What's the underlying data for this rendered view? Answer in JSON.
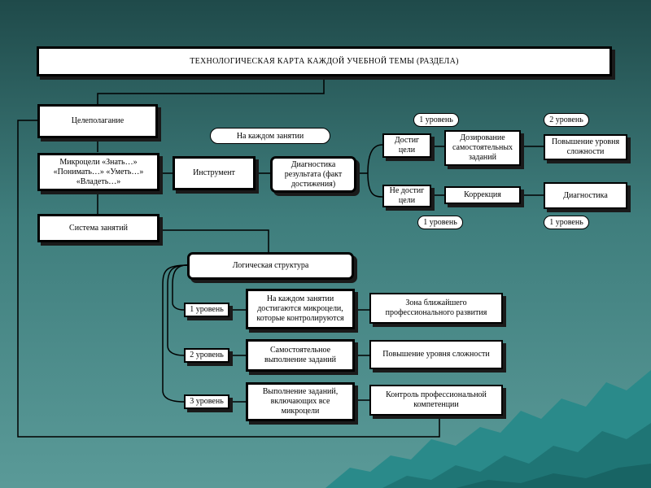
{
  "title": "ТЕХНОЛОГИЧЕСКАЯ КАРТА КАЖДОЙ УЧЕБНОЙ ТЕМЫ (РАЗДЕЛА)",
  "goal_setting": "Целеполагание",
  "micro_goals": "Микроцели «Знать…» «Понимать…» «Уметь…» «Владеть…»",
  "instrument": "Инструмент",
  "each_lesson": "На каждом занятии",
  "diagnostics_result": "Диагностика результата (факт достижения)",
  "goal_reached": "Достиг цели",
  "goal_not_reached": "Не достиг цели",
  "dosing_tasks": "Дозирование самостоятельных заданий",
  "raise_complexity_top": "Повышение уровня сложности",
  "correction": "Коррекция",
  "diagnostics": "Диагностика",
  "level_labels": {
    "top_level1": "1 уровень",
    "top_level2": "2 уровень",
    "bottom_level1_a": "1 уровень",
    "bottom_level1_b": "1 уровень"
  },
  "lesson_system": "Система занятий",
  "logical_structure": "Логическая структура",
  "levels": [
    {
      "label": "1 уровень",
      "middle": "На каждом занятии достигаются микроцели, которые контролируются",
      "right": "Зона ближайшего профессионального развития"
    },
    {
      "label": "2 уровень",
      "middle": "Самостоятельное выполнение заданий",
      "right": "Повышение уровня сложности"
    },
    {
      "label": "3 уровень",
      "middle": "Выполнение заданий, включающих все микроцели",
      "right": "Контроль профессиональной компетенции"
    }
  ]
}
